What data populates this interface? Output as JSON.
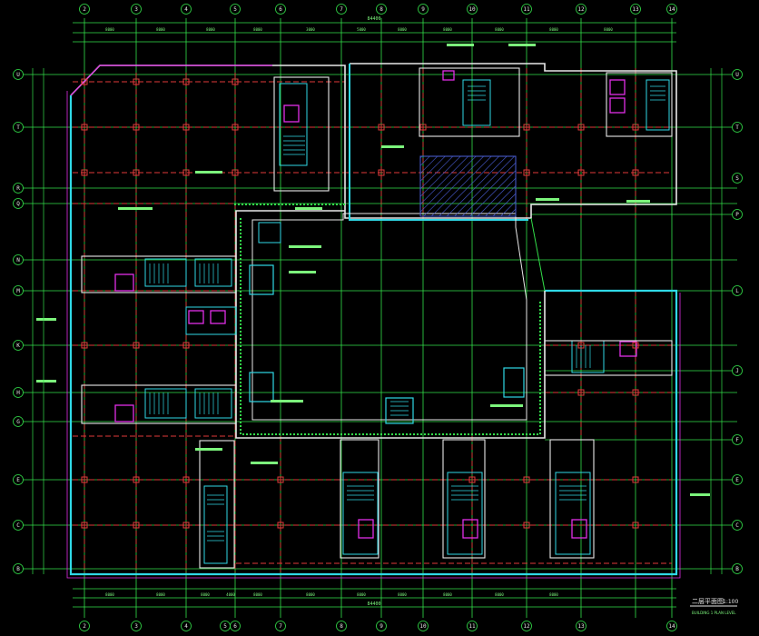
{
  "drawing": {
    "title": "二层平面图",
    "scale": "1:100",
    "subtitle": "BUILDING 1 PLAN LEVEL"
  },
  "axes": {
    "top": [
      "2",
      "3",
      "4",
      "5",
      "6",
      "7",
      "8",
      "9",
      "10",
      "11",
      "12",
      "13",
      "14"
    ],
    "bottom": [
      "2",
      "3",
      "4",
      "5",
      "6",
      "7",
      "8",
      "9",
      "10",
      "11",
      "12",
      "13",
      "14"
    ],
    "left": [
      "U",
      "T",
      "R",
      "Q",
      "N",
      "M",
      "K",
      "H",
      "G",
      "E",
      "C",
      "B"
    ],
    "right": [
      "U",
      "T",
      "S",
      "P",
      "L",
      "J",
      "F",
      "E",
      "C",
      "B"
    ]
  },
  "dims": {
    "top_total": "84400",
    "bottom_total": "84400",
    "top_segments": [
      "8000",
      "8000",
      "8000",
      "8000",
      "3000",
      "5000",
      "8000",
      "8000",
      "8000",
      "8000",
      "8000"
    ],
    "bottom_segments": [
      "8000",
      "8000",
      "8000",
      "4000",
      "8000",
      "8000",
      "8000",
      "8000",
      "8000",
      "8000",
      "8000"
    ]
  },
  "colors": {
    "grid_green": "#33e04a",
    "col_red": "#e03a3a",
    "wall_cyan": "#2fd8e6",
    "wall_white": "#e8e8e8",
    "accent_magenta": "#e22ee8",
    "text_green": "#7cf57c",
    "hatch_blue": "#4b5fd8"
  }
}
